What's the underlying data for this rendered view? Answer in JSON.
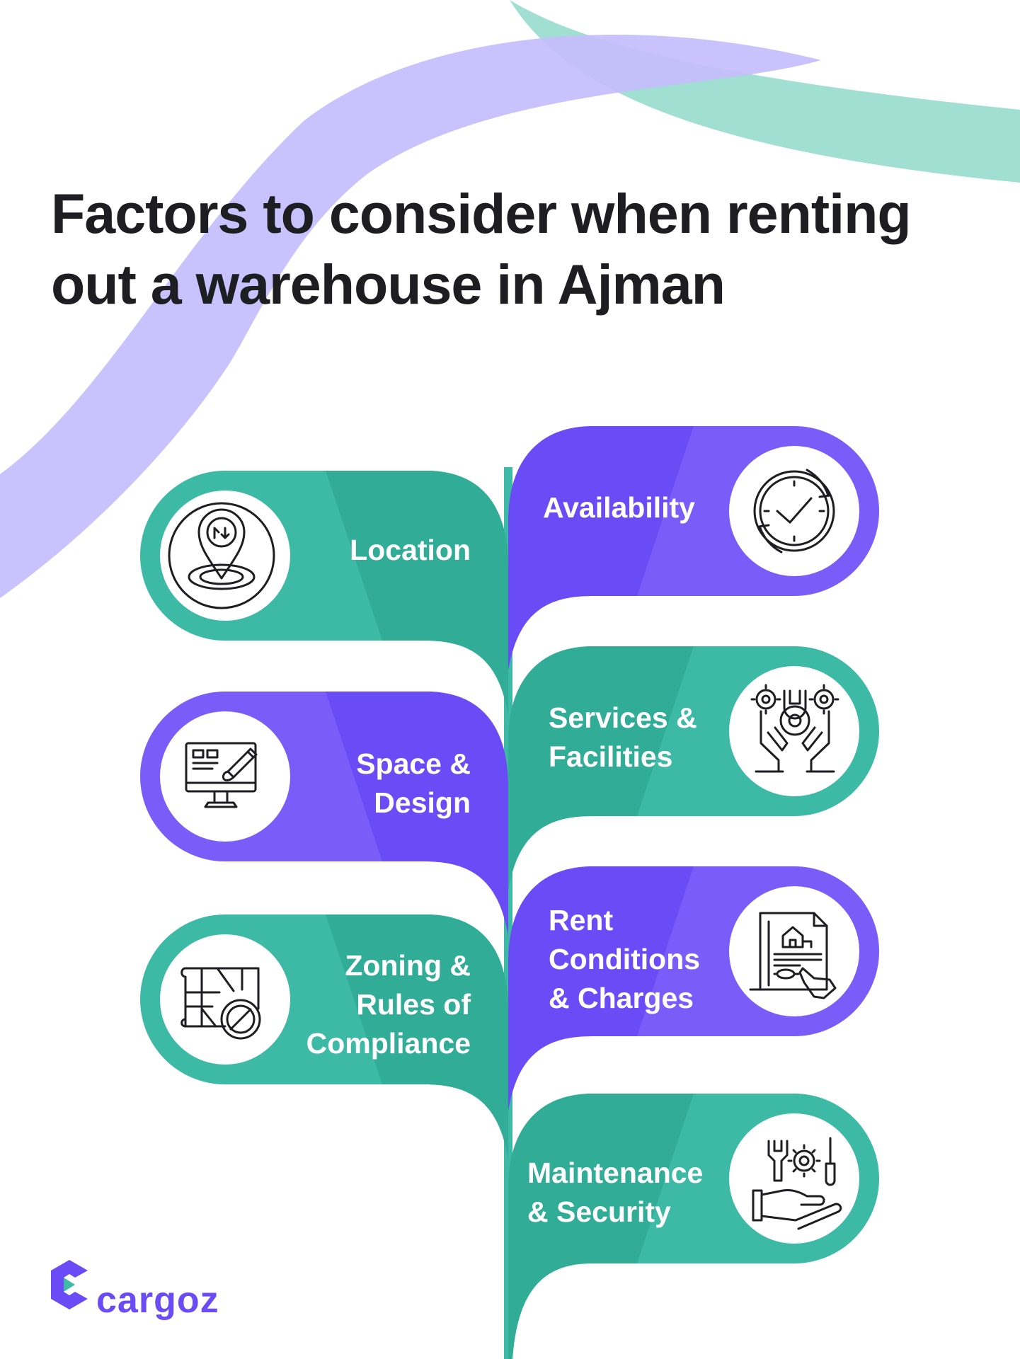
{
  "title": "Factors to consider when renting out a warehouse in Ajman",
  "colors": {
    "teal": "#3dbaa6",
    "teal_dark": "#30ac97",
    "purple": "#6a4cf6",
    "purple_light": "#7a5cf8",
    "lavender_swoosh": "#c5bdfc",
    "mint_swoosh": "#a2dfd3",
    "title": "#1d1d22"
  },
  "factors": [
    {
      "label": "Location",
      "icon": "map-pin-icon",
      "color": "teal"
    },
    {
      "label": "Availability",
      "icon": "clock-check-icon",
      "color": "purple"
    },
    {
      "label": "Space &\nDesign",
      "icon": "monitor-design-icon",
      "color": "purple"
    },
    {
      "label": "Services &\nFacilities",
      "icon": "hands-gears-icon",
      "color": "teal"
    },
    {
      "label": "Zoning &\nRules of\nCompliance",
      "icon": "map-prohibited-icon",
      "color": "teal"
    },
    {
      "label": "Rent\nConditions\n& Charges",
      "icon": "contract-document-icon",
      "color": "purple"
    },
    {
      "label": "Maintenance\n& Security",
      "icon": "hand-tools-icon",
      "color": "teal"
    }
  ],
  "brand": {
    "name": "cargoz",
    "icon": "cargoz-logo-icon"
  }
}
